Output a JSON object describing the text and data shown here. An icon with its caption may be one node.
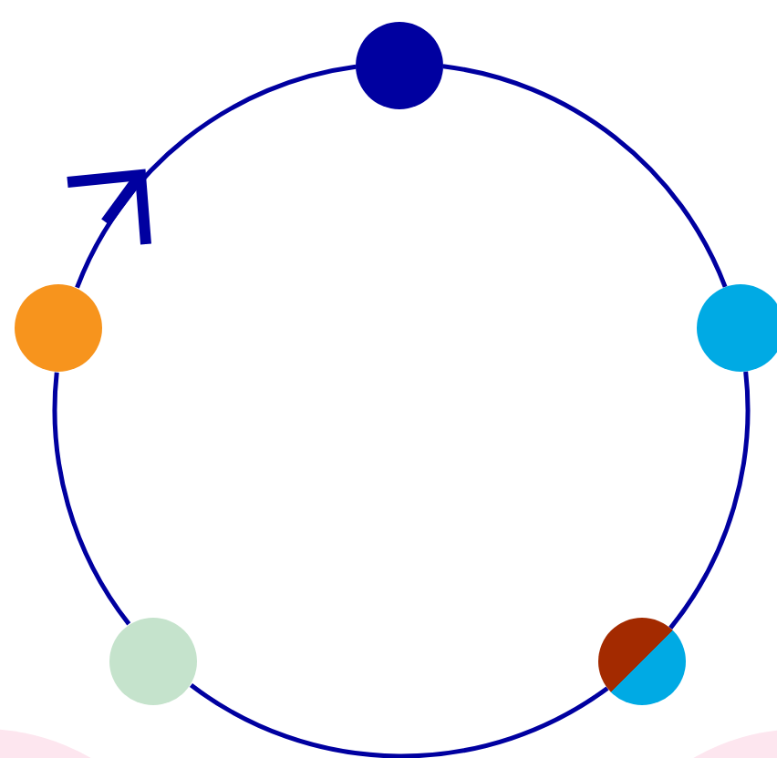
{
  "diagram": {
    "nodes": [
      {
        "text": [],
        "shape": "circle"
      },
      {
        "text": [],
        "shape": "circle"
      },
      {
        "text": [],
        "shape": "circle"
      },
      {
        "text": [],
        "shape": "circle"
      },
      {
        "text": [],
        "shape": "circle"
      }
    ],
    "edges": [
      {
        "from": 0,
        "to": 2,
        "arrow": "none"
      },
      {
        "from": 2,
        "to": 4,
        "arrow": "none"
      },
      {
        "from": 4,
        "to": 3,
        "arrow": "none"
      },
      {
        "from": 3,
        "to": 1,
        "arrow": "none"
      },
      {
        "from": 1,
        "to": 0,
        "arrow": "none"
      }
    ]
  }
}
